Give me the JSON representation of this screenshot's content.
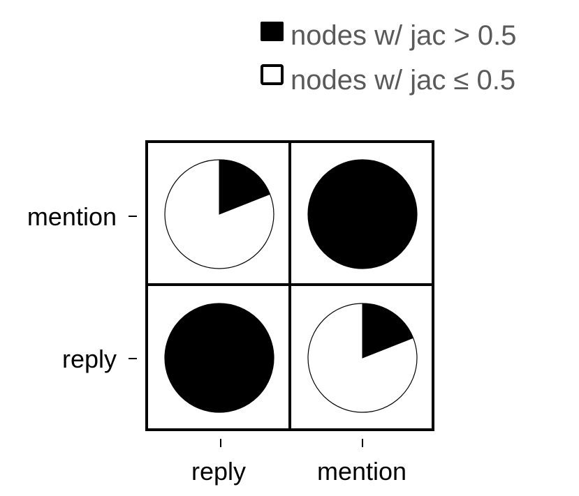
{
  "chart_data": {
    "type": "pie-matrix",
    "title": "",
    "xlabel": "",
    "ylabel": "",
    "x_categories": [
      "reply",
      "mention"
    ],
    "y_categories": [
      "mention",
      "reply"
    ],
    "legend": {
      "position": "top-right",
      "entries": [
        {
          "label": "nodes w/ jac > 0.5",
          "fill": "#000000"
        },
        {
          "label": "nodes w/ jac ≤ 0.5",
          "fill": "#ffffff"
        }
      ]
    },
    "cells": [
      {
        "x": "reply",
        "y": "mention",
        "share_jac_gt_0_5": 0.19
      },
      {
        "x": "mention",
        "y": "mention",
        "share_jac_gt_0_5": 1.0
      },
      {
        "x": "reply",
        "y": "reply",
        "share_jac_gt_0_5": 1.0
      },
      {
        "x": "mention",
        "y": "reply",
        "share_jac_gt_0_5": 0.19
      }
    ],
    "grid": true
  },
  "colors": {
    "above": "#000000",
    "below": "#ffffff",
    "frame": "#000000",
    "legend_text": "#5a5a5a"
  }
}
